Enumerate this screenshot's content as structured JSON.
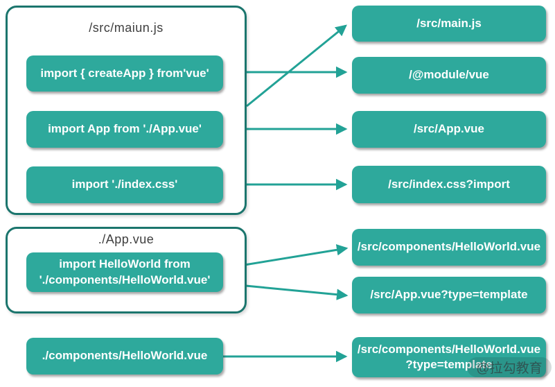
{
  "group1": {
    "title": "/src/maiun.js",
    "import_vue": "import { createApp } from'vue'",
    "import_app": "import App from './App.vue'",
    "import_css": "import './index.css'"
  },
  "group2": {
    "title": "./App.vue",
    "import_helloworld_line1": "import HelloWorld from",
    "import_helloworld_line2": "'./components/HelloWorld.vue'"
  },
  "standalone": {
    "helloworld_component": "./components/HelloWorld.vue"
  },
  "resolved": {
    "main_js": "/src/main.js",
    "module_vue": "/@module/vue",
    "app_vue": "/src/App.vue",
    "index_css": "/src/index.css?import",
    "helloworld_vue": "/src/components/HelloWorld.vue",
    "app_vue_template": "/src/App.vue?type=template",
    "helloworld_template_line1": "/src/components/HelloWorld.vue",
    "helloworld_template_line2": "?type=template"
  },
  "watermark": {
    "label": "@拉勾教育"
  },
  "colors": {
    "node_fill": "#2EA99C",
    "container_border": "#1B756D",
    "arrow": "#22A296",
    "title_text": "#3E3E3E",
    "node_text": "#FFFFFF"
  }
}
